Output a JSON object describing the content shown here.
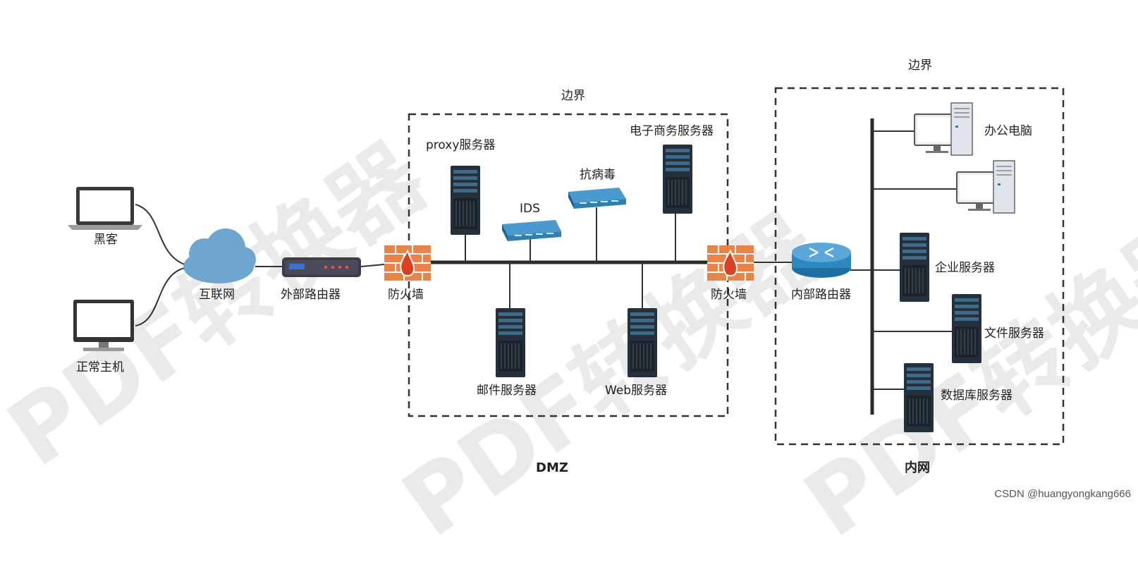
{
  "nodes": {
    "hacker": "黑客",
    "normal_host": "正常主机",
    "internet": "互联网",
    "external_router": "外部路由器",
    "firewall_outer": "防火墙",
    "proxy_server": "proxy服务器",
    "ids": "IDS",
    "antivirus": "抗病毒",
    "ecommerce_server": "电子商务服务器",
    "mail_server": "邮件服务器",
    "web_server": "Web服务器",
    "firewall_inner": "防火墙",
    "internal_router": "内部路由器",
    "office_pc": "办公电脑",
    "enterprise_server": "企业服务器",
    "file_server": "文件服务器",
    "database_server": "数据库服务器"
  },
  "zones": {
    "dmz_border": "边界",
    "dmz_name": "DMZ",
    "intranet_border": "边界",
    "intranet_name": "内网"
  },
  "credit": "CSDN @huangyongkang666",
  "watermark_text": "PDF转换器",
  "colors": {
    "bus": "#2b2b2b",
    "cloud": "#6ea6cf",
    "device_blue": "#2f7fb0",
    "server_dark": "#24313d",
    "firewall_brick": "#e8834a",
    "flame": "#e0522a"
  }
}
